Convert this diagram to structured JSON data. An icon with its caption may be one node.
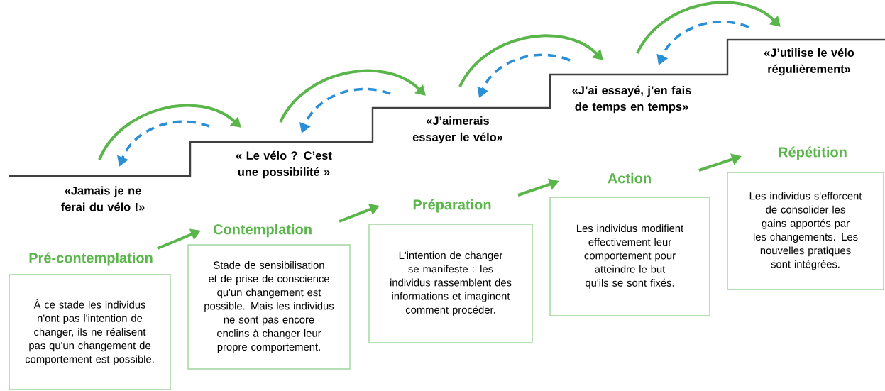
{
  "diagram": {
    "nodes": [
      {
        "text": [
          "Pré-contemplation",
          "À ce stade les individus n'ont pas l'intention de changer, ils ne réalisent pas qu'un changement de comportement est possible."
        ]
      },
      {
        "text": [
          "Contemplation",
          "Stade de sensibilisation et de prise de conscience qu'un changement est possible. Mais les individus ne sont pas encore enclins à changer leur propre comportement."
        ]
      },
      {
        "text": [
          "Préparation",
          "L'intention de changer se manifeste : les individus rassemblent des informations et imaginent comment procéder."
        ]
      },
      {
        "text": [
          "Action",
          "Les individus modifient effectivement leur comportement pour atteindre le but qu'ils se sont fixés."
        ]
      },
      {
        "text": [
          "Répétition",
          "Les individus s'efforcent de consolider les gains apportés par les changements. Les nouvelles pratiques sont intégrées."
        ]
      },
      {
        "text": [
          "«Jamais je ne ferai du vélo !»"
        ]
      },
      {
        "text": [
          "« Le vélo ? C’est une possibilité »"
        ]
      },
      {
        "text": [
          "«J’aimerais essayer le vélo»"
        ]
      },
      {
        "text": [
          "«J’ai essayé, j’en fais de temps en temps»"
        ]
      },
      {
        "text": [
          "«J’utilise le vélo régulièrement»"
        ]
      }
    ],
    "edges": [
      {
        "from": 0,
        "to": 1,
        "arrow": "to"
      },
      {
        "from": 1,
        "to": 2,
        "arrow": "to"
      },
      {
        "from": 2,
        "to": 3,
        "arrow": "to"
      },
      {
        "from": 3,
        "to": 4,
        "arrow": "to"
      },
      {
        "from": 5,
        "to": 6,
        "arrow": "to"
      },
      {
        "from": 6,
        "to": 5,
        "arrow": "to",
        "style": "dashed",
        "color": "#2b8fd6"
      },
      {
        "from": 6,
        "to": 7,
        "arrow": "to"
      },
      {
        "from": 7,
        "to": 6,
        "arrow": "to",
        "style": "dashed",
        "color": "#2b8fd6"
      },
      {
        "from": 7,
        "to": 8,
        "arrow": "to"
      },
      {
        "from": 8,
        "to": 7,
        "arrow": "to",
        "style": "dashed",
        "color": "#2b8fd6"
      },
      {
        "from": 8,
        "to": 9,
        "arrow": "to"
      },
      {
        "from": 9,
        "to": 8,
        "arrow": "to",
        "style": "dashed",
        "color": "#2b8fd6"
      }
    ]
  }
}
